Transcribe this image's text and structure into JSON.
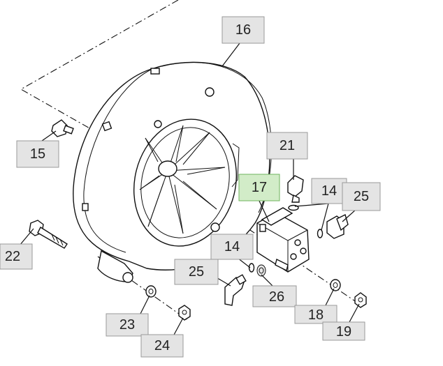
{
  "diagram": {
    "highlighted_part": "17",
    "callouts": [
      {
        "id": "c16",
        "label": "16"
      },
      {
        "id": "c15",
        "label": "15"
      },
      {
        "id": "c21",
        "label": "21"
      },
      {
        "id": "c17",
        "label": "17"
      },
      {
        "id": "c14a",
        "label": "14"
      },
      {
        "id": "c25a",
        "label": "25"
      },
      {
        "id": "c22",
        "label": "22"
      },
      {
        "id": "c14b",
        "label": "14"
      },
      {
        "id": "c25b",
        "label": "25"
      },
      {
        "id": "c26",
        "label": "26"
      },
      {
        "id": "c18",
        "label": "18"
      },
      {
        "id": "c19",
        "label": "19"
      },
      {
        "id": "c23",
        "label": "23"
      },
      {
        "id": "c24",
        "label": "24"
      }
    ]
  }
}
